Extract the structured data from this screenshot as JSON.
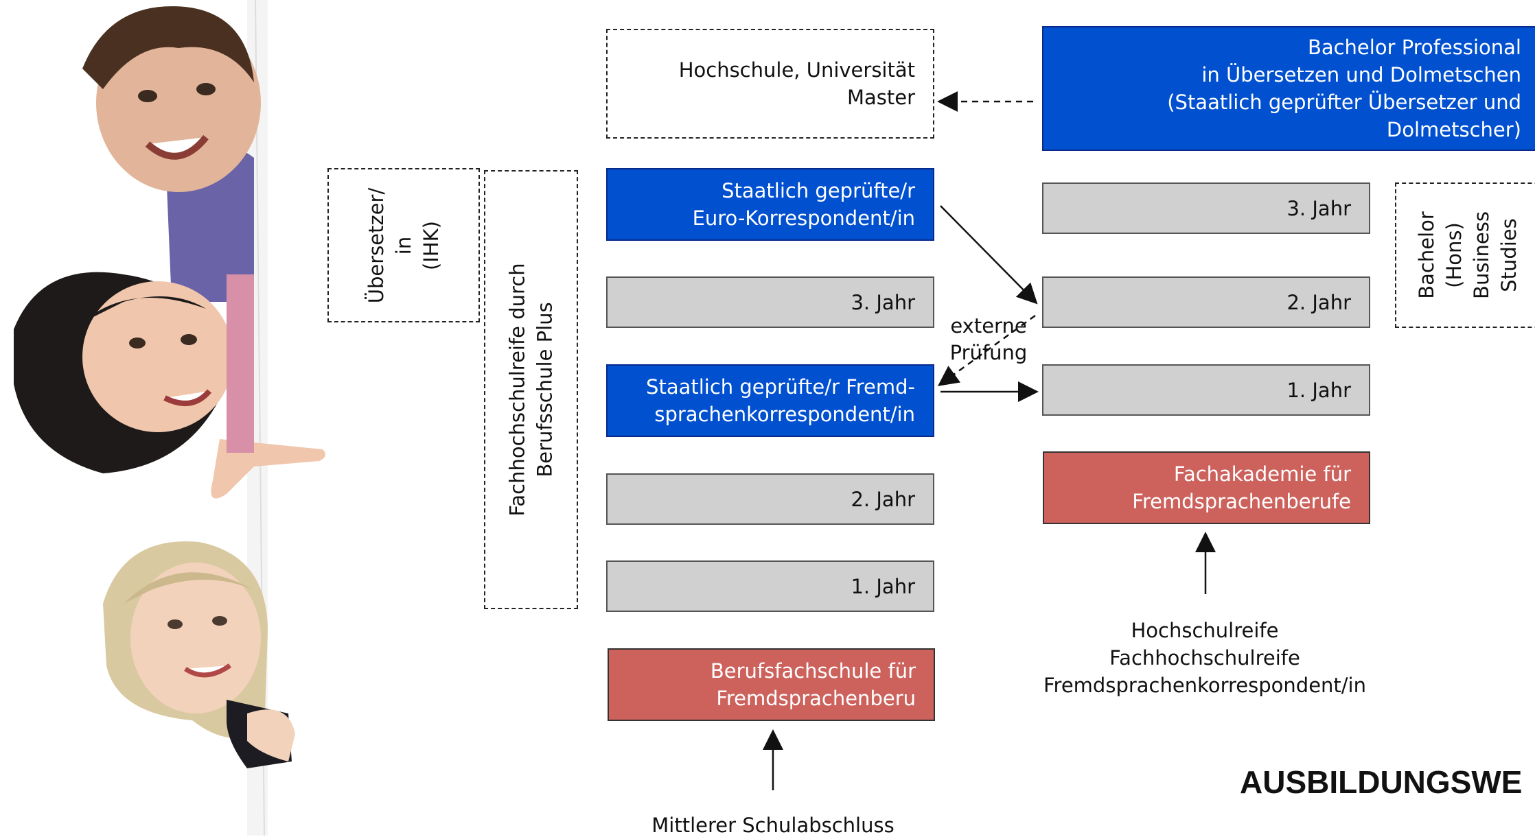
{
  "left_boxes": {
    "uebersetzer": [
      "Übersetzer/",
      "in",
      "(IHK)"
    ],
    "fachhochschulreife": [
      "Fachhochschulreife durch",
      "Berufsschule Plus"
    ]
  },
  "col1": {
    "hochschule": [
      "Hochschule, Universität",
      "Master"
    ],
    "euro": [
      "Staatlich geprüfte/r",
      "Euro-Korrespondent/in"
    ],
    "jahr3": "3. Jahr",
    "fremd": [
      "Staatlich geprüfte/r Fremd-",
      "sprachenkorrespondent/in"
    ],
    "jahr2": "2. Jahr",
    "jahr1": "1. Jahr",
    "berufsfachschule": [
      "Berufsfachschule für",
      "Fremdsprachenberu"
    ],
    "entry": "Mittlerer Schulabschluss"
  },
  "col2": {
    "bachelor_prof": [
      "Bachelor Professional",
      "in Übersetzen und Dolmetschen",
      "(Staatlich geprüfter Übersetzer und",
      "Dolmetscher)"
    ],
    "jahr3": "3. Jahr",
    "jahr2": "2. Jahr",
    "jahr1": "1. Jahr",
    "fachakademie": [
      "Fachakademie für",
      "Fremdsprachenberufe"
    ],
    "entry": [
      "Hochschulreife",
      "Fachhochschulreife",
      "Fremdsprachenkorrespondent/in"
    ]
  },
  "bachelor_hons": [
    "Bachelor",
    "(Hons)",
    "Business",
    "Studies"
  ],
  "externe_pruefung": [
    "externe",
    "Prüfung"
  ],
  "page_title": "AUSBILDUNGSWE",
  "colors": {
    "blue": "#0050d0",
    "gray": "#d0d0d0",
    "red": "#cd625d"
  }
}
